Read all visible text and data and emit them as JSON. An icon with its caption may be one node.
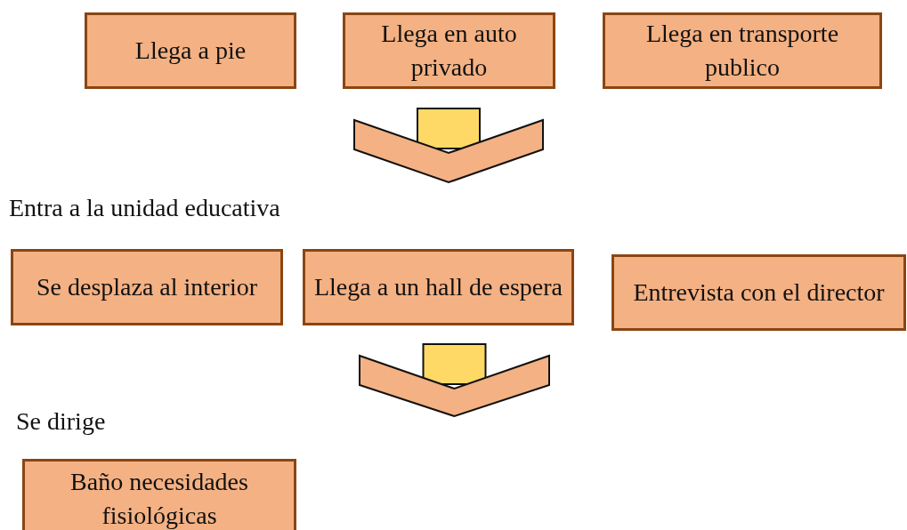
{
  "diagram": {
    "nodes": [
      {
        "text": [
          "Llega a pie"
        ]
      },
      {
        "text": [
          "Llega en auto privado"
        ]
      },
      {
        "text": [
          "Llega en transporte publico"
        ]
      },
      {
        "text": [],
        "shape": "chevron"
      },
      {
        "text": [
          "Se desplaza al interior"
        ]
      },
      {
        "text": [
          "Llega a un hall de espera"
        ]
      },
      {
        "text": [
          "Entrevista con el director"
        ]
      },
      {
        "text": [],
        "shape": "chevron"
      },
      {
        "text": [
          "Baño necesidades fisiológicas"
        ]
      }
    ],
    "labels": [
      "Entra a la unidad educativa",
      "Se dirige"
    ]
  }
}
